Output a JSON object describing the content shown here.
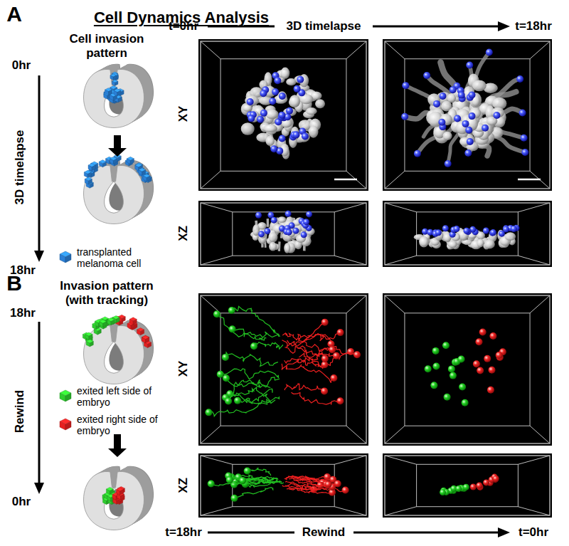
{
  "diagram": {
    "title": "Cell Dynamics Analysis",
    "labels": [
      "A",
      "t=0hr",
      "3D timelapse",
      "t=18hr",
      "0hr",
      "Cell invasion pattern",
      "3D timelapse",
      "XY",
      "18hr",
      "XZ",
      "B",
      "18hr",
      "Invasion pattern (with tracking)",
      "XY",
      "Rewind",
      "0hr",
      "XZ",
      "t=18hr",
      "Rewind",
      "t=0hr"
    ],
    "legend": [
      {
        "text": "transplanted melanoma cell",
        "color": "#2a7fd6"
      },
      {
        "text": "exited left side of embryo",
        "color": "#2ecc2e"
      },
      {
        "text": "exited right side of embryo",
        "color": "#e62020"
      }
    ]
  }
}
